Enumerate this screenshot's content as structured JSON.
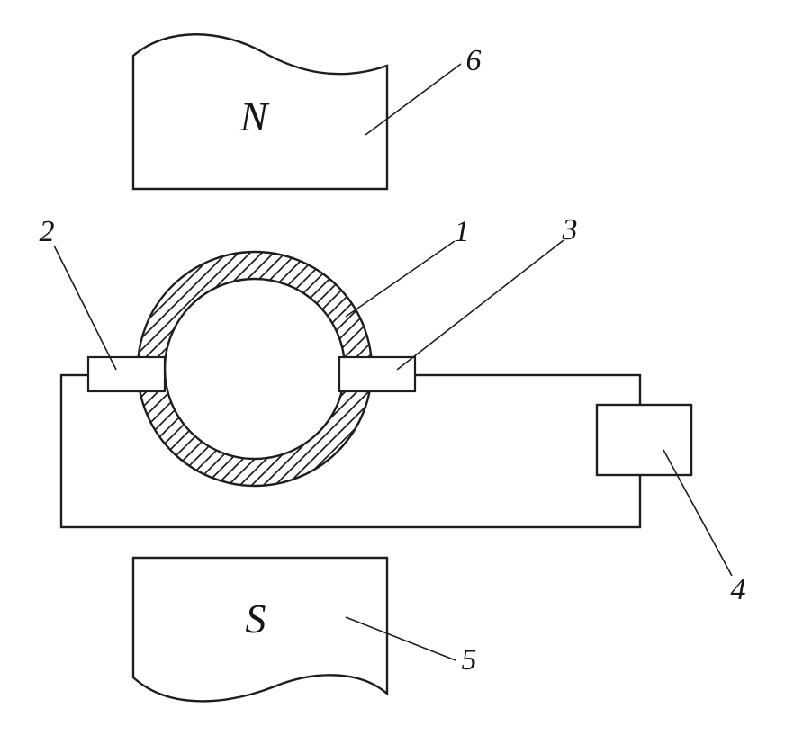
{
  "diagram": {
    "background_color": "#ffffff",
    "line_color": "#1e1e1e",
    "labels": {
      "north_pole": "N",
      "south_pole": "S",
      "callout_1": "1",
      "callout_2": "2",
      "callout_3": "3",
      "callout_4": "4",
      "callout_5": "5",
      "callout_6": "6"
    }
  }
}
